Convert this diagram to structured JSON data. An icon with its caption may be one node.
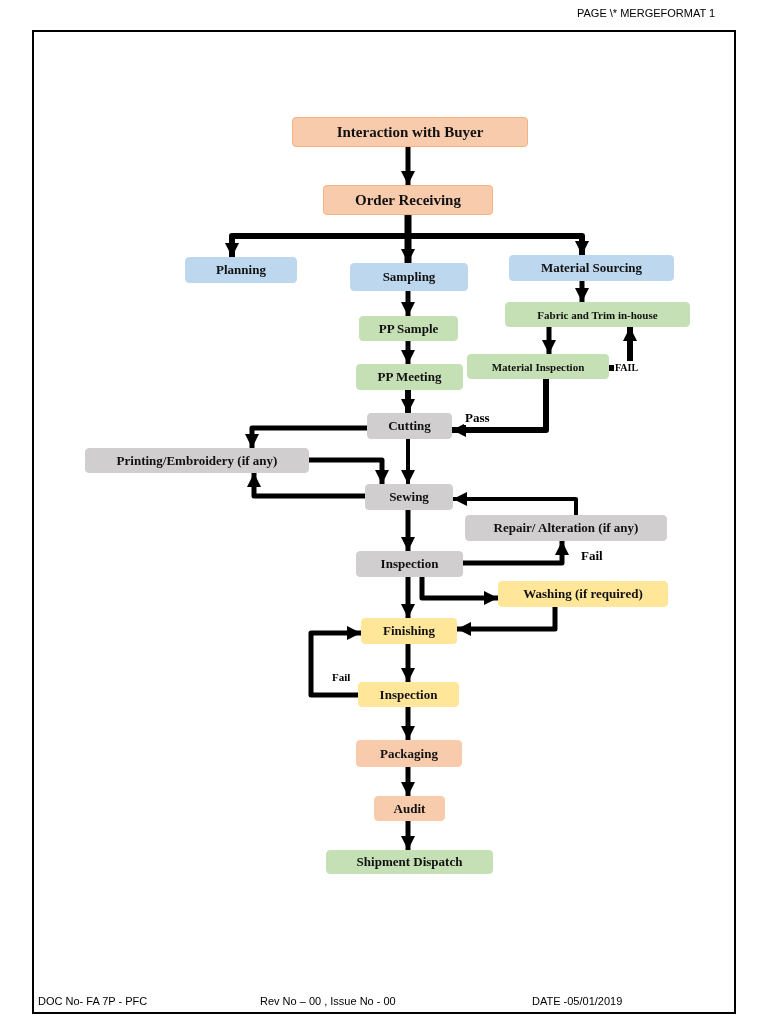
{
  "diagram": {
    "nodes": [
      {
        "text": [
          "Interaction with Buyer"
        ]
      },
      {
        "text": [
          "Order Receiving"
        ]
      },
      {
        "text": [
          "Planning"
        ]
      },
      {
        "text": [
          "Sampling"
        ]
      },
      {
        "text": [
          "Material Sourcing"
        ]
      },
      {
        "text": [
          "PP Sample"
        ]
      },
      {
        "text": [
          "Fabric and Trim in-house"
        ]
      },
      {
        "text": [
          "PP Meeting"
        ]
      },
      {
        "text": [
          "Material Inspection"
        ]
      },
      {
        "text": [
          "Cutting"
        ]
      },
      {
        "text": [
          "Printing/Embroidery (if any)"
        ]
      },
      {
        "text": [
          "Sewing"
        ]
      },
      {
        "text": [
          "Repair/ Alteration (if any)"
        ]
      },
      {
        "text": [
          "Inspection"
        ]
      },
      {
        "text": [
          "Washing (if required)"
        ]
      },
      {
        "text": [
          "Finishing"
        ]
      },
      {
        "text": [
          "Inspection"
        ]
      },
      {
        "text": [
          "Packaging"
        ]
      },
      {
        "text": [
          "Audit"
        ]
      },
      {
        "text": [
          "Shipment Dispatch"
        ]
      }
    ],
    "edges": [
      {
        "from": 0,
        "to": 1,
        "arrow": "to"
      },
      {
        "from": 1,
        "to": 2,
        "arrow": "to"
      },
      {
        "from": 1,
        "to": 3,
        "arrow": "to"
      },
      {
        "from": 1,
        "to": 4,
        "arrow": "to"
      },
      {
        "from": 3,
        "to": 5,
        "arrow": "to"
      },
      {
        "from": 5,
        "to": 7,
        "arrow": "to"
      },
      {
        "from": 7,
        "to": 9,
        "arrow": "to"
      },
      {
        "from": 4,
        "to": 6,
        "arrow": "to"
      },
      {
        "from": 6,
        "to": 8,
        "arrow": "to"
      },
      {
        "from": 8,
        "to": 6,
        "arrow": "to",
        "label": "FAIL"
      },
      {
        "from": 8,
        "to": 9,
        "arrow": "to",
        "label": "Pass"
      },
      {
        "from": 9,
        "to": 10,
        "arrow": "to"
      },
      {
        "from": 10,
        "to": 11,
        "arrow": "to"
      },
      {
        "from": 11,
        "to": 10,
        "arrow": "to"
      },
      {
        "from": 9,
        "to": 11,
        "arrow": "to"
      },
      {
        "from": 11,
        "to": 13,
        "arrow": "to"
      },
      {
        "from": 12,
        "to": 11,
        "arrow": "to"
      },
      {
        "from": 13,
        "to": 12,
        "arrow": "to",
        "label": "Fail"
      },
      {
        "from": 13,
        "to": 14,
        "arrow": "to"
      },
      {
        "from": 13,
        "to": 15,
        "arrow": "to"
      },
      {
        "from": 14,
        "to": 15,
        "arrow": "to"
      },
      {
        "from": 15,
        "to": 16,
        "arrow": "to"
      },
      {
        "from": 16,
        "to": 15,
        "arrow": "to",
        "label": "Fail"
      },
      {
        "from": 16,
        "to": 17,
        "arrow": "to"
      },
      {
        "from": 17,
        "to": 18,
        "arrow": "to"
      },
      {
        "from": 18,
        "to": 19,
        "arrow": "to"
      }
    ],
    "labels": [
      "PAGE  \\* MERGEFORMAT 1",
      "DOC No- FA  7P - PFC",
      "Rev No – 00 , Issue No - 00",
      "DATE -05/01/2019"
    ]
  }
}
